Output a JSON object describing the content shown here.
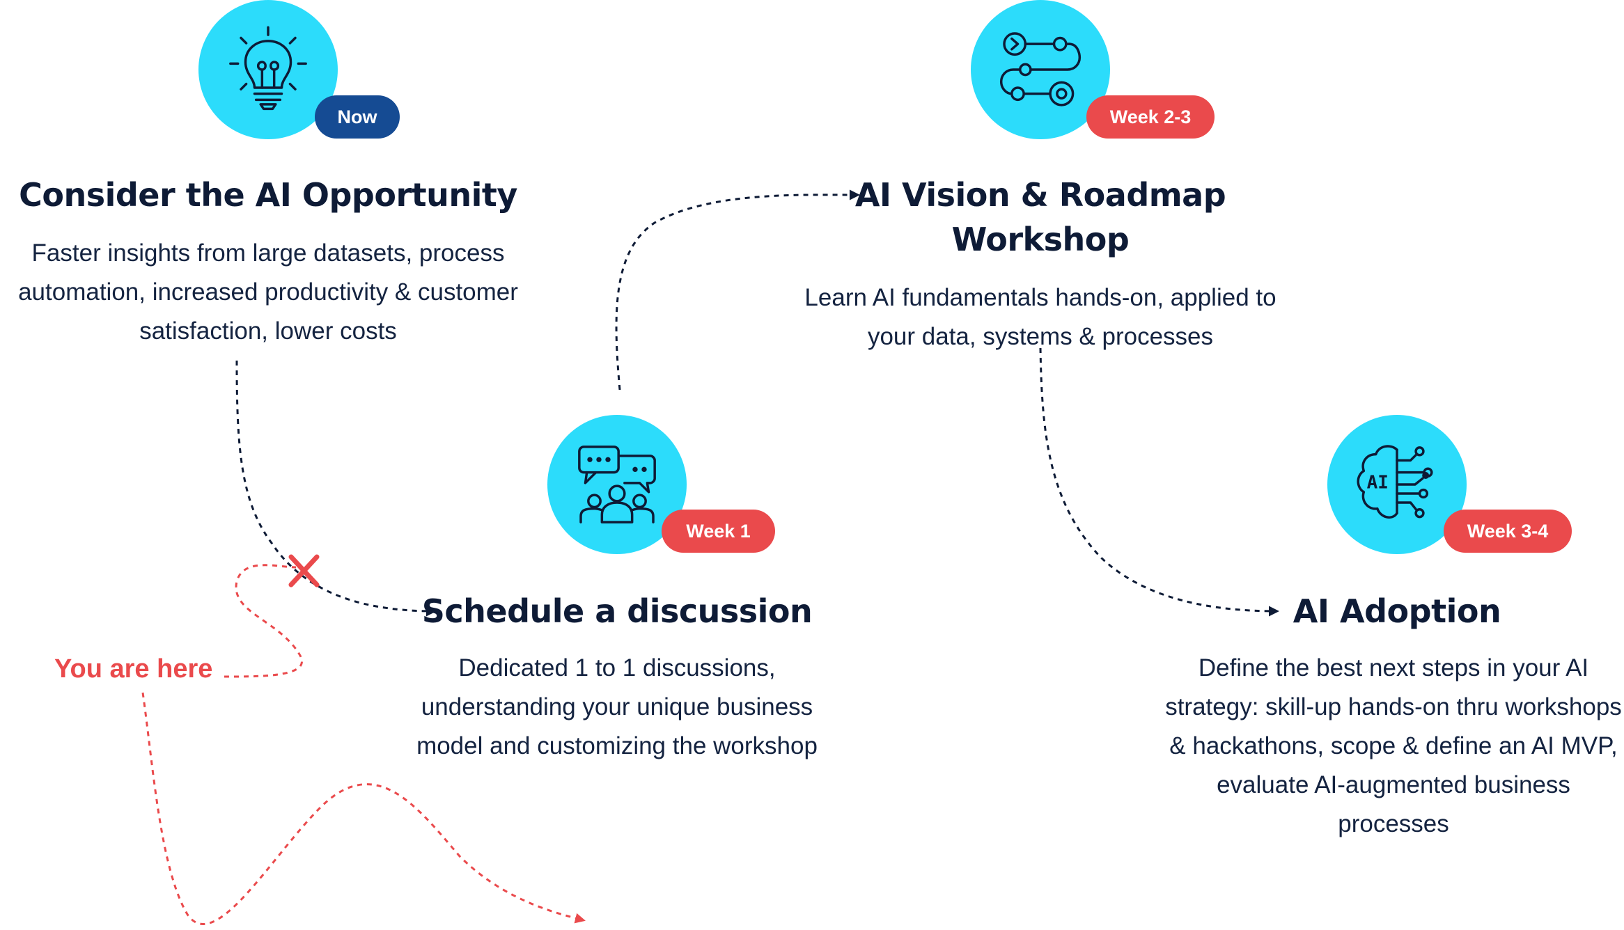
{
  "steps": [
    {
      "id": "consider",
      "icon": "lightbulb-icon",
      "badge": "Now",
      "title": "Consider the AI Opportunity",
      "description": "Faster insights from large datasets, process automation, increased productivity & customer satisfaction, lower costs"
    },
    {
      "id": "schedule",
      "icon": "discussion-group-icon",
      "badge": "Week 1",
      "title": "Schedule a discussion",
      "description": "Dedicated 1 to 1 discussions, understanding your unique business model and customizing the workshop"
    },
    {
      "id": "workshop",
      "icon": "workflow-icon",
      "badge": "Week 2-3",
      "title": "AI Vision & Roadmap Workshop",
      "description": "Learn AI fundamentals hands-on, applied to your data, systems & processes"
    },
    {
      "id": "adoption",
      "icon": "ai-brain-icon",
      "badge": "Week 3-4",
      "title": "AI Adoption",
      "description": "Define the best next steps in your AI strategy: skill-up hands-on thru workshops & hackathons, scope & define an AI MVP, evaluate AI-augmented business processes"
    }
  ],
  "marker": {
    "label": "You are here",
    "icon": "cross-marker-icon"
  },
  "colors": {
    "icon_circle": "#2cdcfb",
    "badge_now": "#154b93",
    "badge_week": "#ea4a4c",
    "heading": "#0e1b36",
    "marker": "#ea4a4c",
    "connector": "#0e1b36"
  }
}
